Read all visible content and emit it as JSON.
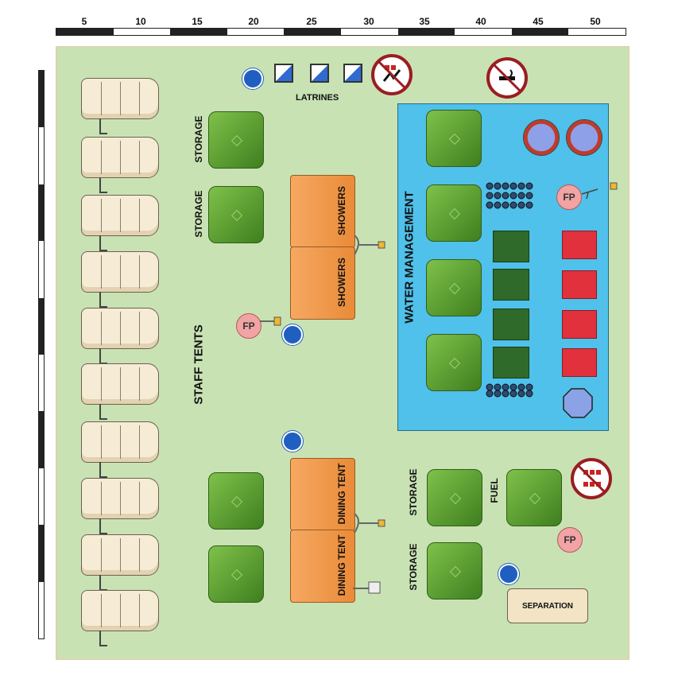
{
  "scale_top": {
    "ticks": [
      "5",
      "10",
      "15",
      "20",
      "25",
      "30",
      "35",
      "40",
      "45",
      "50"
    ]
  },
  "zones": {
    "latrines": "LATRINES",
    "water_management": "WATER MANAGEMENT",
    "staff_tents": "STAFF TENTS",
    "storage": "STORAGE",
    "showers": "SHOWERS",
    "dining_tent": "DINING TENT",
    "fuel": "FUEL",
    "separation": "SEPARATION",
    "fire_point": "FP"
  },
  "colors": {
    "ground": "#c8e2b4",
    "water_area": "#4fc1ea",
    "green_tent": "#5a9e2e",
    "orange_tent": "#f09a4a",
    "staff_tent": "#f6ecd6",
    "red_tank": "#e0313d",
    "dark_tank": "#2f6a2a",
    "prohibition": "#9a1d22",
    "mandatory_sign": "#1f5fbf"
  },
  "icons": [
    "hand-wash-icon",
    "no-smoking-icon",
    "no-open-flame-icon",
    "latrine-icon",
    "fire-point-icon",
    "barrel-icon"
  ]
}
